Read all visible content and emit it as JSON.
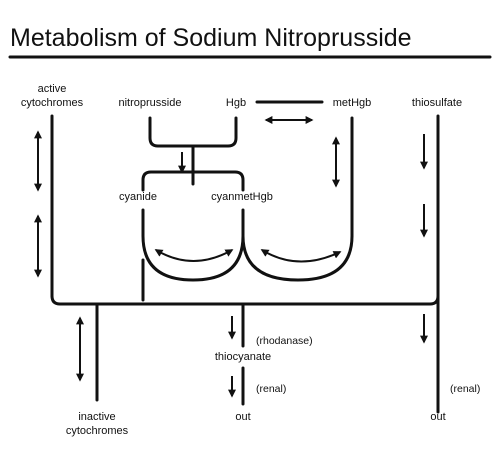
{
  "title": "Metabolism of Sodium Nitroprusside",
  "nodes": {
    "active_cytochromes_line1": "active",
    "active_cytochromes_line2": "cytochromes",
    "nitroprusside": "nitroprusside",
    "hgb": "Hgb",
    "methgb": "metHgb",
    "thiosulfate": "thiosulfate",
    "cyanide": "cyanide",
    "cyanmethgb": "cyanmetHgb",
    "rhodanase": "(rhodanase)",
    "thiocyanate": "thiocyanate",
    "renal_center": "(renal)",
    "out_center": "out",
    "renal_right": "(renal)",
    "out_right": "out",
    "inactive_cytochromes_line1": "inactive",
    "inactive_cytochromes_line2": "cytochromes"
  }
}
